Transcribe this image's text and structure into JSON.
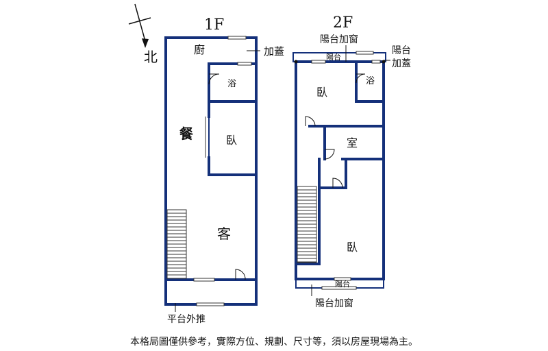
{
  "compass": {
    "north_label": "北"
  },
  "floor1": {
    "title": "1F",
    "rooms": {
      "kitchen": "廚",
      "bath": "浴",
      "dining": "餐",
      "bedroom": "臥",
      "living": "客"
    },
    "notes": {
      "extension": "加蓋",
      "platform_out": "平台外推"
    }
  },
  "floor2": {
    "title": "2F",
    "rooms": {
      "bath": "浴",
      "bedroom_front": "臥",
      "room": "室",
      "bedroom_back": "臥",
      "balcony_top": "陽台",
      "balcony_bottom": "陽台"
    },
    "notes": {
      "balcony_window_top": "陽台加窗",
      "balcony_extension_line1": "陽台",
      "balcony_extension_line2": "加蓋",
      "balcony_window_bottom": "陽台加窗"
    }
  },
  "disclaimer": "本格局圖僅供參考，實際方位、規劃、尺寸等，須以房屋現場為主。"
}
